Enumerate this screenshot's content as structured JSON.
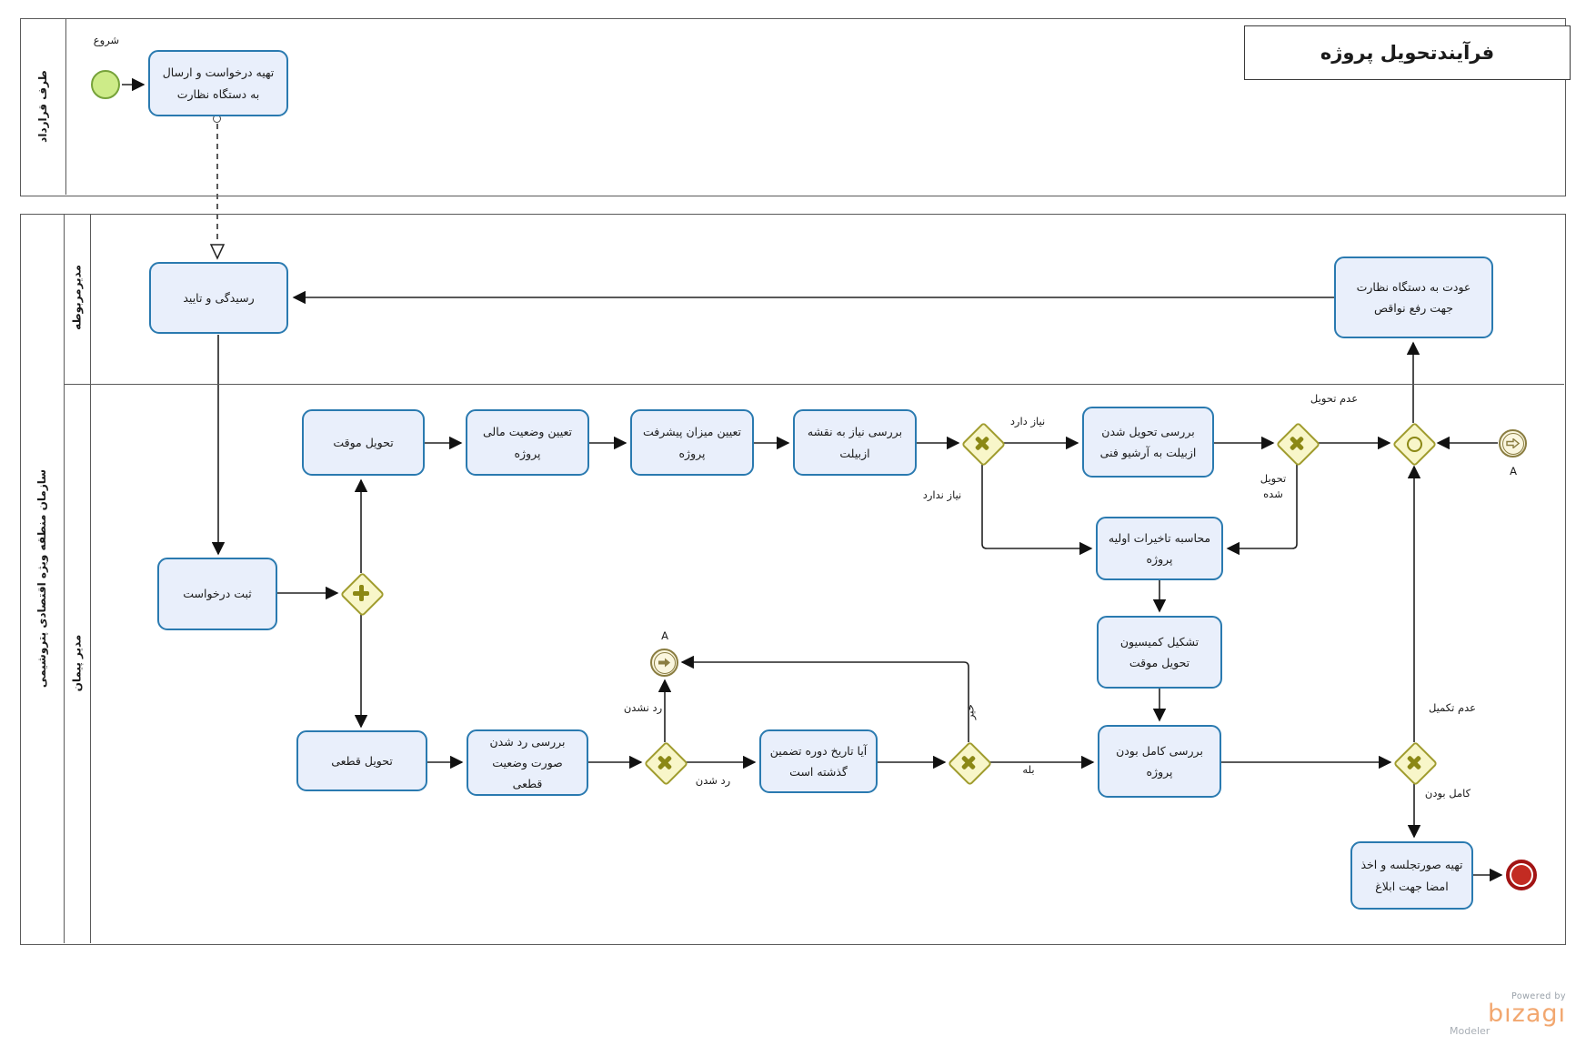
{
  "title": "فرآیندتحویل پروژه",
  "pools": {
    "contractor": {
      "label": "طرف قرارداد"
    },
    "organization": {
      "label": "سازمان منطقه ویژه اقتصادی پتروشیمی",
      "lanes": [
        {
          "label": "مدیرمربوطه"
        },
        {
          "label": "مدیر پیمان"
        }
      ]
    }
  },
  "tasks": {
    "prepare_request": "تهیه درخواست و ارسال به دستگاه نظارت",
    "review_approve": "رسیدگی و تایید",
    "return_to_supervision": "عودت به دستگاه نظارت جهت رفع نواقص",
    "register_request": "ثبت درخواست",
    "temp_delivery": "تحویل موقت",
    "financial_status": "تعیین وضعیت مالی پروژه",
    "progress_level": "تعیین میزان پیشرفت پروژه",
    "asbuilt_need": "بررسی نیاز به نقشه ازبیلت",
    "asbuilt_archive": "بررسی تحویل شدن ازبیلت به آرشیو فنی",
    "initial_delays": "محاسبه تاخیرات اولیه پروژه",
    "commission": "تشکیل کمیسیون تحویل موقت",
    "completeness": "بررسی کامل بودن پروژه",
    "minutes": "تهیه صورتجلسه و اخذ امضا جهت ابلاغ",
    "final_delivery": "تحویل قطعی",
    "final_statement_check": "بررسی رد شدن صورت وضعیت قطعی",
    "warranty_period": "آیا تاریخ دوره تضمین گذشته است"
  },
  "edge_labels": {
    "start": "شروع",
    "needs": "نیاز دارد",
    "no_need": "نیاز ندارد",
    "not_delivered": "عدم تحویل",
    "delivered": "تحویل شده",
    "incomplete": "عدم تکمیل",
    "complete": "کامل بودن",
    "not_rejected": "رد نشدن",
    "rejected": "رد شدن",
    "yes": "بله",
    "no": "خیر",
    "link_a": "A"
  },
  "logo": {
    "powered_by": "Powered by",
    "brand": "bızagı",
    "product": "Modeler"
  },
  "colors": {
    "task_fill": "#e9effb",
    "task_border": "#2a7ab0",
    "gateway_fill": "#f8f6c9",
    "gateway_border": "#a09c2e",
    "gateway_icon": "#8b8815",
    "start_fill": "#cdeb88",
    "start_border": "#76a23a",
    "end_border": "#a21414",
    "end_fill": "#c32b22",
    "link_border": "#8a7d41",
    "brand_orange": "#f2a76f"
  }
}
